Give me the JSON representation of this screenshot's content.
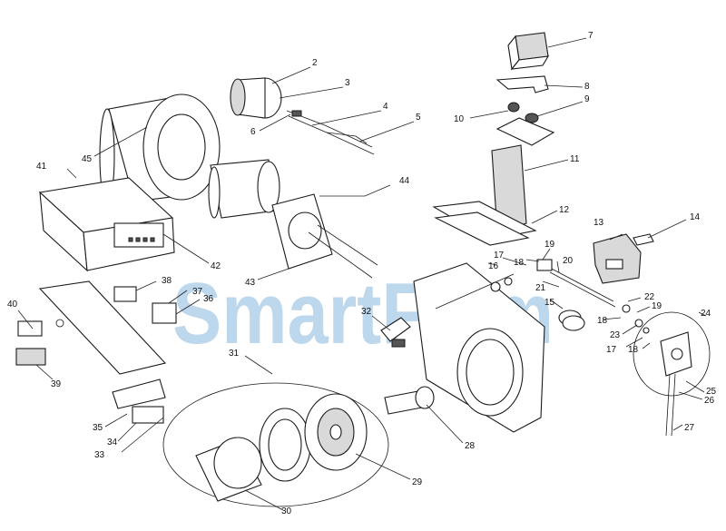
{
  "watermark": {
    "text": "SmartFlam",
    "color": "#6fa8d6"
  },
  "callouts": [
    {
      "id": "c1",
      "text": "2"
    },
    {
      "id": "c2",
      "text": "3"
    },
    {
      "id": "c3",
      "text": "4"
    },
    {
      "id": "c4",
      "text": "5"
    },
    {
      "id": "c5",
      "text": "6"
    },
    {
      "id": "c6",
      "text": "7"
    },
    {
      "id": "c7",
      "text": "8"
    },
    {
      "id": "c8",
      "text": "9"
    },
    {
      "id": "c9",
      "text": "10"
    },
    {
      "id": "c10",
      "text": "11"
    },
    {
      "id": "c11",
      "text": "12"
    },
    {
      "id": "c12",
      "text": "13"
    },
    {
      "id": "c13",
      "text": "14"
    },
    {
      "id": "c14",
      "text": "45"
    },
    {
      "id": "c15",
      "text": "41"
    },
    {
      "id": "c16",
      "text": "44"
    },
    {
      "id": "c17",
      "text": "42"
    },
    {
      "id": "c18",
      "text": "43"
    },
    {
      "id": "c19",
      "text": "38"
    },
    {
      "id": "c20",
      "text": "37"
    },
    {
      "id": "c21",
      "text": "36"
    },
    {
      "id": "c22",
      "text": "40"
    },
    {
      "id": "c23",
      "text": "39"
    },
    {
      "id": "c24",
      "text": "31"
    },
    {
      "id": "c25",
      "text": "32"
    },
    {
      "id": "c26",
      "text": "35"
    },
    {
      "id": "c27",
      "text": "34"
    },
    {
      "id": "c28",
      "text": "33"
    },
    {
      "id": "c29",
      "text": "30"
    },
    {
      "id": "c30",
      "text": "29"
    },
    {
      "id": "c31",
      "text": "28"
    },
    {
      "id": "c32",
      "text": "16"
    },
    {
      "id": "c33",
      "text": "17"
    },
    {
      "id": "c34",
      "text": "18"
    },
    {
      "id": "c35",
      "text": "19"
    },
    {
      "id": "c36",
      "text": "20"
    },
    {
      "id": "c37",
      "text": "21"
    },
    {
      "id": "c38",
      "text": "15"
    },
    {
      "id": "c39",
      "text": "22"
    },
    {
      "id": "c40",
      "text": "19"
    },
    {
      "id": "c41",
      "text": "18"
    },
    {
      "id": "c42",
      "text": "23"
    },
    {
      "id": "c43",
      "text": "17"
    },
    {
      "id": "c44",
      "text": "18"
    },
    {
      "id": "c45",
      "text": "24"
    },
    {
      "id": "c46",
      "text": "25"
    },
    {
      "id": "c47",
      "text": "26"
    },
    {
      "id": "c48",
      "text": "27"
    }
  ]
}
